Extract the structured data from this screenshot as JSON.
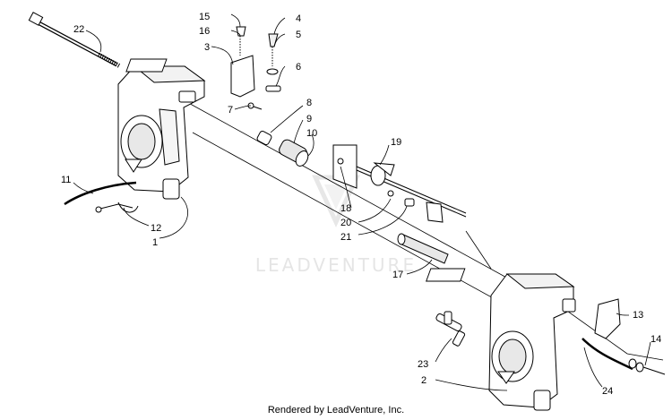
{
  "diagram": {
    "watermark": "LEADVENTURE",
    "footer": "Rendered by LeadVenture, Inc.",
    "callouts": [
      "1",
      "2",
      "3",
      "4",
      "5",
      "6",
      "7",
      "8",
      "9",
      "10",
      "11",
      "12",
      "13",
      "14",
      "15",
      "16",
      "17",
      "18",
      "19",
      "20",
      "21",
      "22",
      "23",
      "24"
    ]
  }
}
